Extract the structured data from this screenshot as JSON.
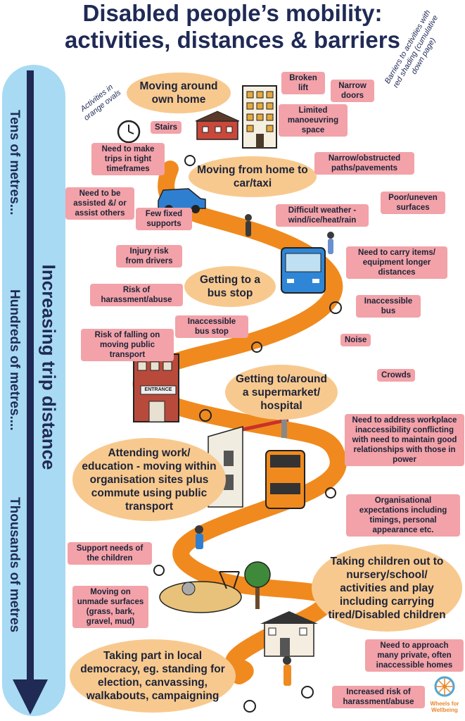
{
  "title": {
    "line1": "Disabled people’s mobility:",
    "line2": "activities, distances & barriers"
  },
  "scale": {
    "main_label": "Increasing trip distance",
    "left_label": {
      "tens": "Tens of metres...",
      "hundreds": "Hundreds of metres....",
      "thousands": "Thousands of metres"
    }
  },
  "notes": {
    "activities_note": "Activities in orange ovals",
    "barriers_note": "Barriers to activities with red shading (cumulative down page)"
  },
  "activities": [
    "Moving around own home",
    "Moving from home to car/taxi",
    "Getting to a bus stop",
    "Getting to/around a supermarket/ hospital",
    "Attending work/ education - moving within organisation sites plus commute using public transport",
    "Taking children out to nursery/school/ activities and play including carrying tired/Disabled children",
    "Taking part in local democracy, eg. standing for election, canvassing, walkabouts, campaigning"
  ],
  "barriers": [
    "Broken lift",
    "Narrow doors",
    "Limited manoeuvring space",
    "Stairs",
    "Need to make trips in tight timeframes",
    "Narrow/obstructed paths/pavements",
    "Need to be assisted &/ or assist others",
    "Few fixed supports",
    "Poor/uneven surfaces",
    "Difficult weather - wind/ice/heat/rain",
    "Injury risk from drivers",
    "Need to carry items/ equipment longer distances",
    "Risk of harassment/abuse",
    "Inaccessible bus",
    "Inaccessible bus stop",
    "Risk of falling on moving public transport",
    "Noise",
    "Crowds",
    "Need to address workplace inaccessibility conflicting with need to maintain good relationships with those in power",
    "Organisational expectations including timings, personal appearance etc.",
    "Support needs of the children",
    "Moving on unmade surfaces (grass, bark, gravel, mud)",
    "Need to approach many private, often inaccessible homes",
    "Increased risk of harassment/abuse"
  ],
  "signs": {
    "entrance": "ENTRANCE"
  },
  "logo": {
    "text": "Wheels for Wellbeing"
  },
  "colors": {
    "path": "#f08a1e",
    "activity_oval": "#f8c98e",
    "barrier_shade": "#f2a2a8",
    "scale_band": "#a8daf3",
    "scale_arrow": "#1f2a55",
    "title": "#1f2a55"
  }
}
